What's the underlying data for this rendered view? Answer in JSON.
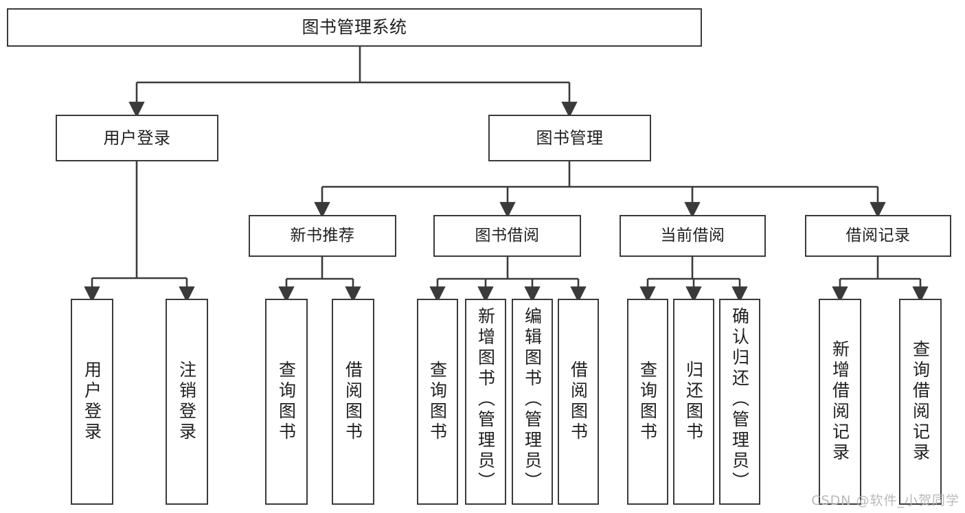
{
  "diagram": {
    "title": "图书管理系统",
    "type": "tree-hierarchy-functional-structure",
    "watermark": "CSDN @软件_小贺同学",
    "colors": {
      "box_border": "#3a3a3a",
      "box_fill": "#ffffff",
      "edge": "#3a3a3a",
      "text": "#1f1f1f",
      "watermark": "#b9b9b9",
      "background": "#ffffff"
    }
  },
  "nodes": {
    "root": {
      "label": "图书管理系统"
    },
    "level2": [
      {
        "label": "用户登录"
      },
      {
        "label": "图书管理"
      }
    ],
    "level3": [
      {
        "label": "新书推荐"
      },
      {
        "label": "图书借阅"
      },
      {
        "label": "当前借阅"
      },
      {
        "label": "借阅记录"
      }
    ],
    "leaves": {
      "user_login": [
        {
          "label": "用户登录"
        },
        {
          "label": "注销登录"
        }
      ],
      "new_book_recommend": [
        {
          "label": "查询图书"
        },
        {
          "label": "借阅图书"
        }
      ],
      "book_borrow": [
        {
          "label": "查询图书"
        },
        {
          "label": "新增图书（管理员）"
        },
        {
          "label": "编辑图书（管理员）"
        },
        {
          "label": "借阅图书"
        }
      ],
      "current_borrow": [
        {
          "label": "查询图书"
        },
        {
          "label": "归还图书"
        },
        {
          "label": "确认归还（管理员）"
        }
      ],
      "borrow_record": [
        {
          "label": "新增借阅记录"
        },
        {
          "label": "查询借阅记录"
        }
      ]
    }
  }
}
